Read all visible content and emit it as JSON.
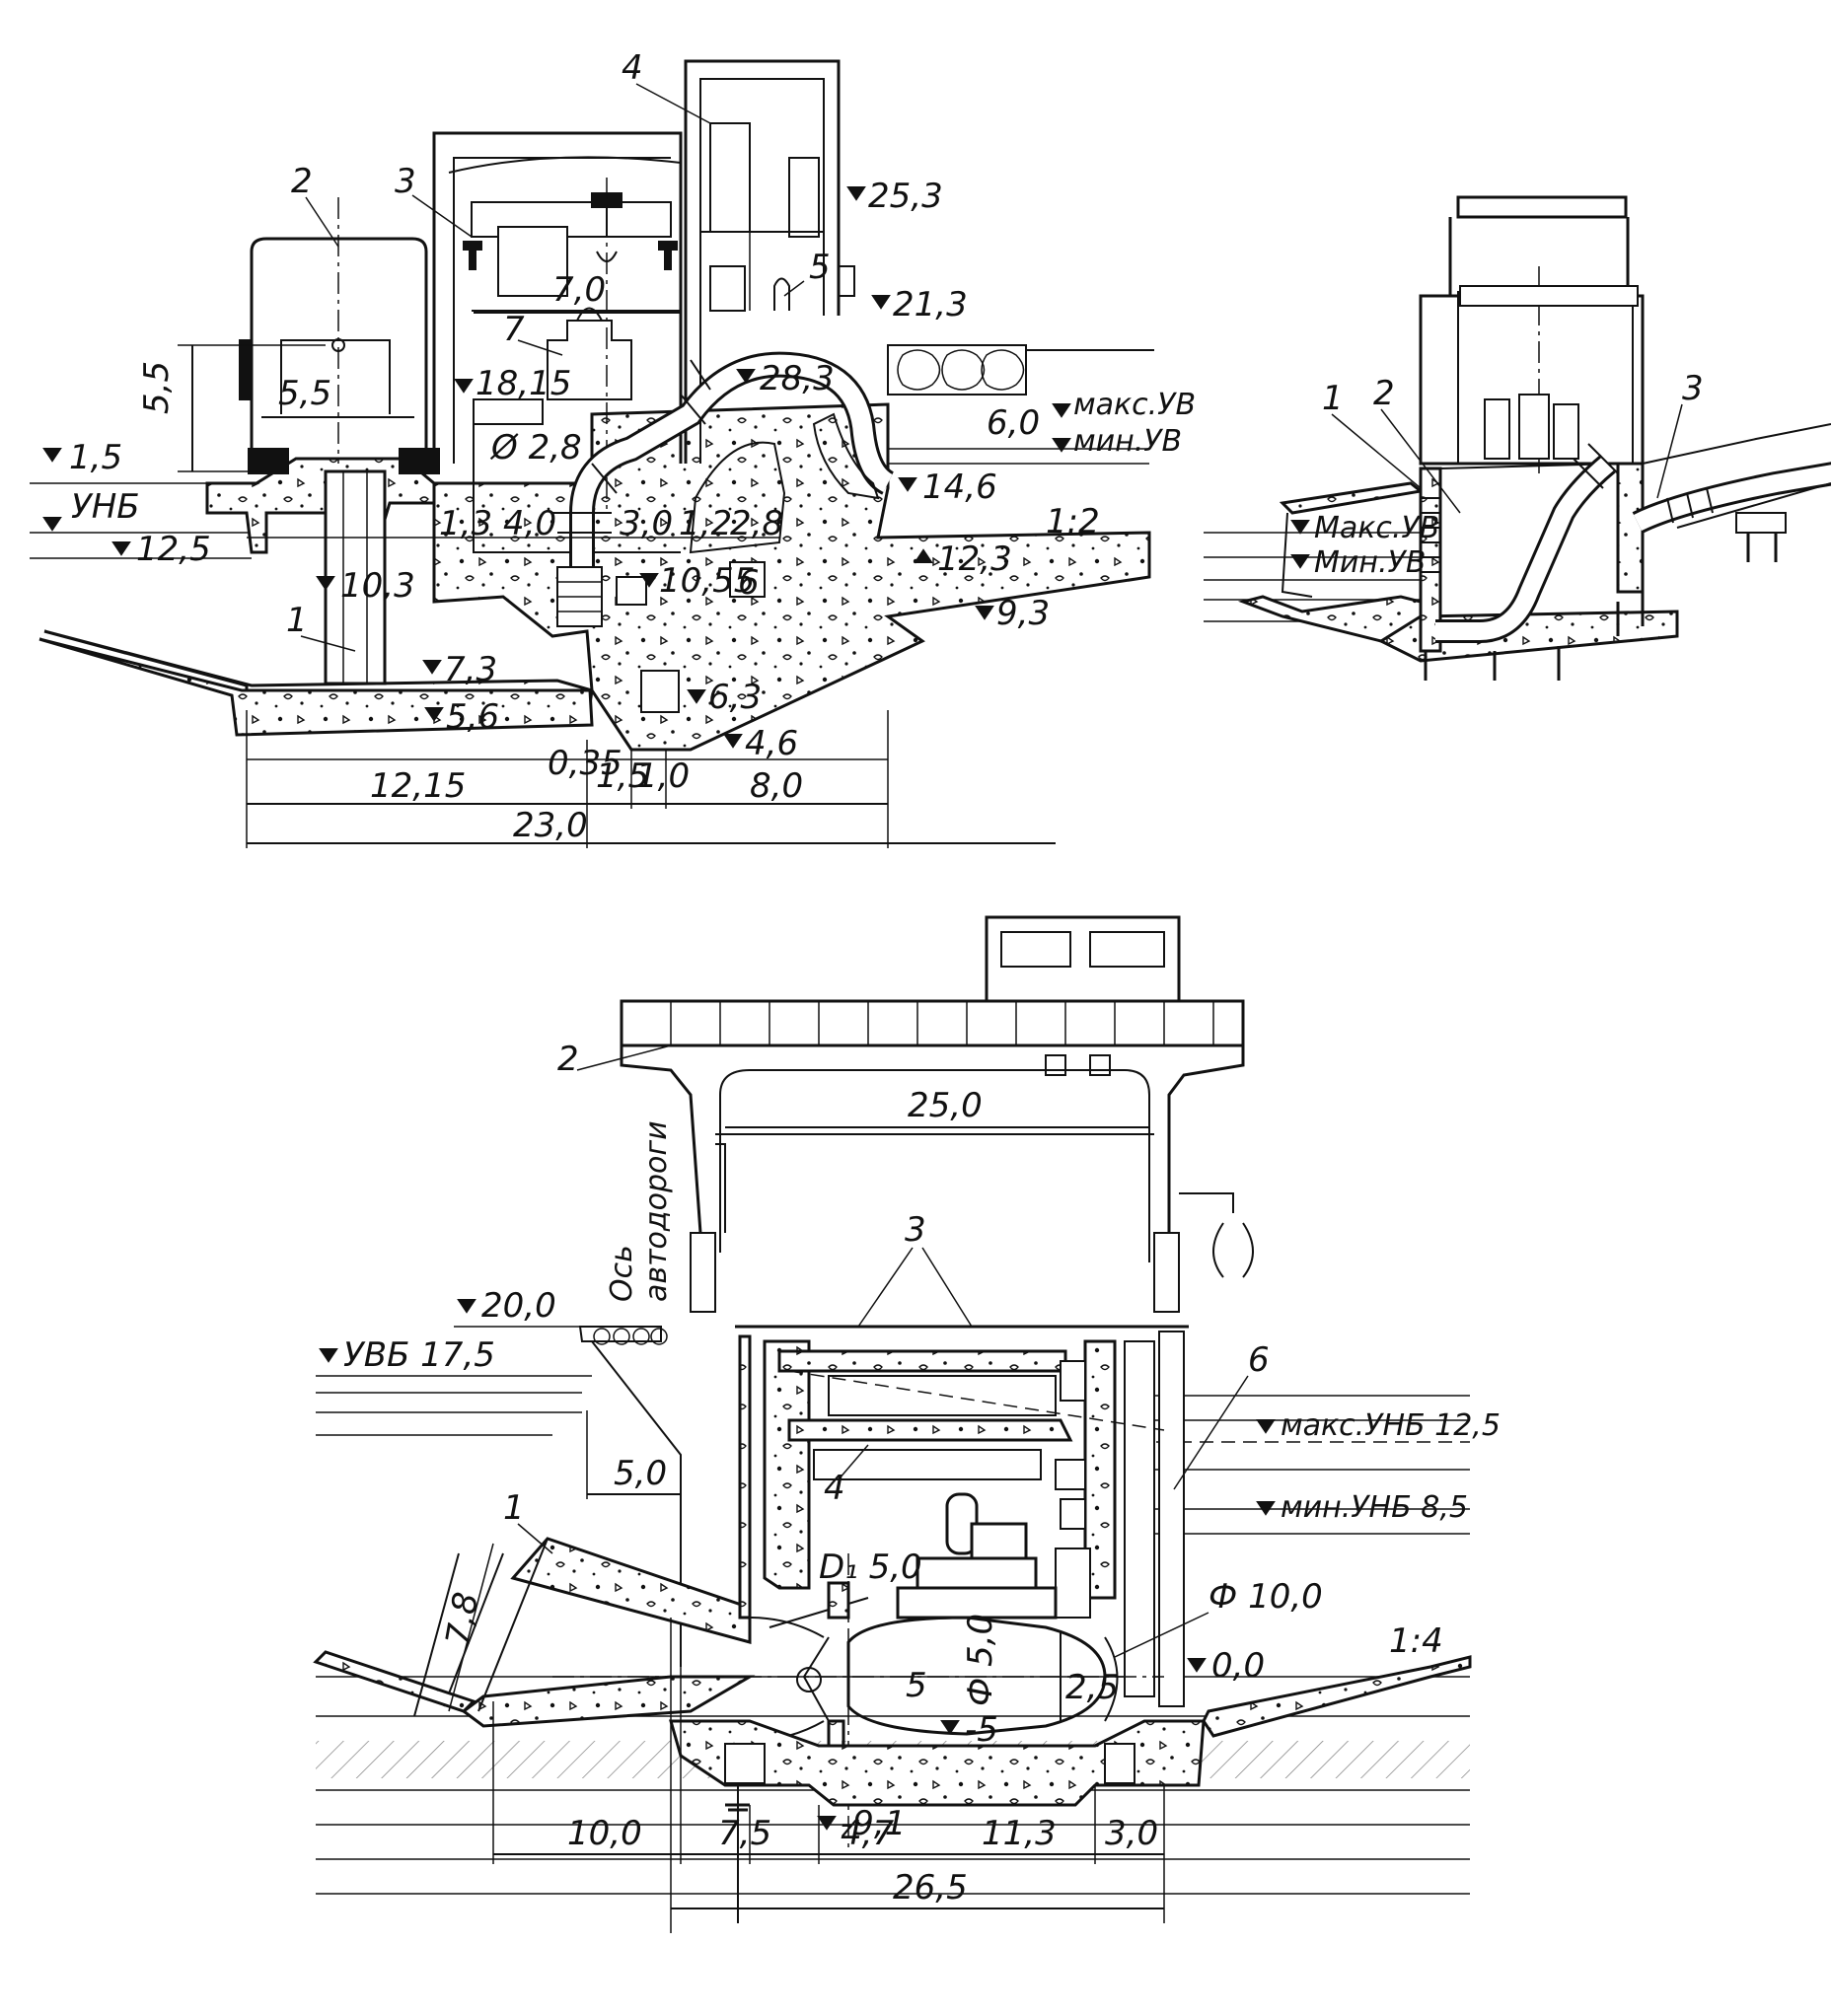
{
  "fig1": {
    "callouts": [
      "1",
      "2",
      "3",
      "4",
      "5",
      "6",
      "7"
    ],
    "dims": [
      "5,5",
      "5,5",
      "7,0",
      "Ø 2,8",
      "1,3",
      "4,0",
      "3,0",
      "1,2",
      "2,8",
      "6,0",
      "12,15",
      "0,35",
      "1,5",
      "1,0",
      "8,0",
      "23,0"
    ],
    "levels": [
      "1,5",
      "УНБ",
      "12,5",
      "10,3",
      "7,3",
      "5,6",
      "18,15",
      "10,55",
      "6,3",
      "4,6",
      "25,3",
      "21,3",
      "28,3",
      "14,6",
      "12,3",
      "9,3",
      "макс.УВ",
      "мин.УВ"
    ],
    "slope": "1:2"
  },
  "fig2": {
    "callouts": [
      "1",
      "2",
      "3"
    ],
    "levels": [
      "Макс.УВ",
      "Мин.УВ"
    ]
  },
  "fig3": {
    "callouts": [
      "1",
      "2",
      "3",
      "4",
      "5",
      "6"
    ],
    "dims": [
      "25,0",
      "5,0",
      "7,8",
      "D₁ 5,0",
      "Ф 5,0",
      "Ф 10,0",
      "2,5",
      "10,0",
      "7,5",
      "4,7",
      "11,3",
      "3,0",
      "26,5"
    ],
    "levels": [
      "20,0",
      "УВБ 17,5",
      "макс.УНБ 12,5",
      "мин.УНБ 8,5",
      "0,0",
      "-5",
      "-9,1"
    ],
    "road_axis": [
      "Ось",
      "автодороги"
    ],
    "slope": "1:4"
  }
}
